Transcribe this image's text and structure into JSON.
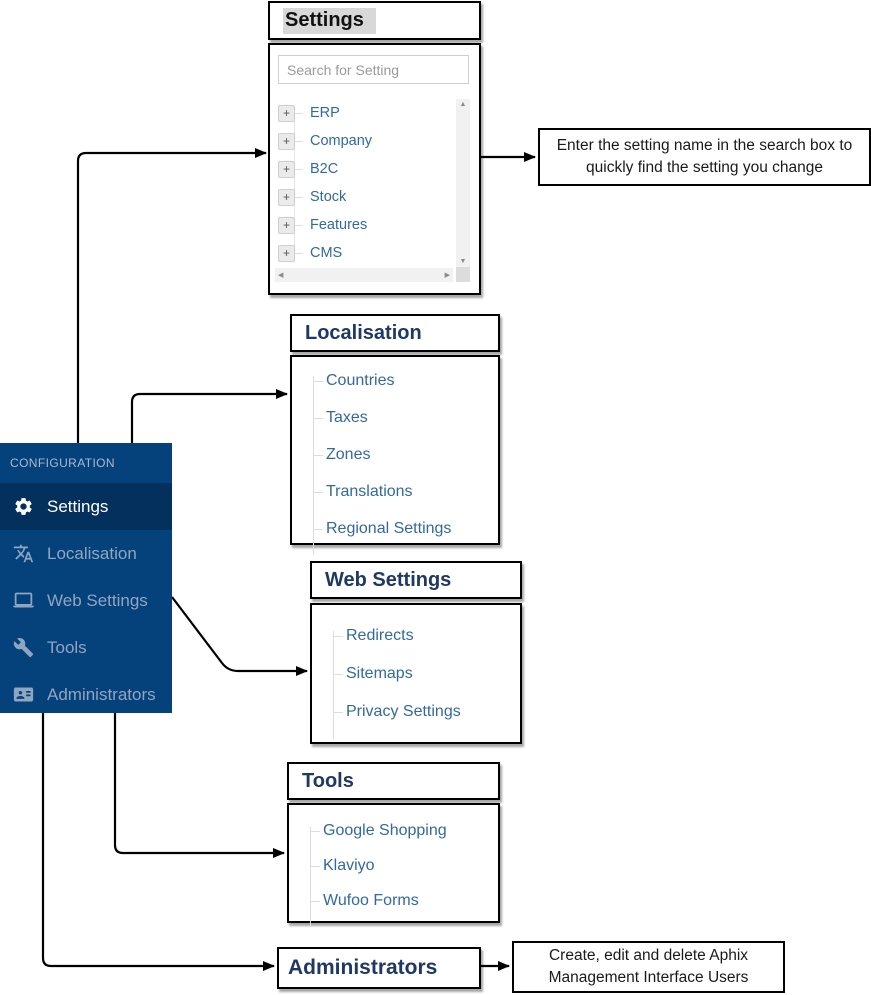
{
  "sidebar": {
    "header": "CONFIGURATION",
    "items": [
      {
        "label": "Settings",
        "icon": "gear-icon",
        "active": true
      },
      {
        "label": "Localisation",
        "icon": "translate-icon",
        "active": false
      },
      {
        "label": "Web Settings",
        "icon": "laptop-icon",
        "active": false
      },
      {
        "label": "Tools",
        "icon": "wrench-icon",
        "active": false
      },
      {
        "label": "Administrators",
        "icon": "id-card-icon",
        "active": false
      }
    ]
  },
  "panels": {
    "settings": {
      "title": "Settings",
      "search_placeholder": "Search for Setting",
      "tree_items": [
        "ERP",
        "Company",
        "B2C",
        "Stock",
        "Features",
        "CMS"
      ]
    },
    "localisation": {
      "title": "Localisation",
      "items": [
        "Countries",
        "Taxes",
        "Zones",
        "Translations",
        "Regional Settings"
      ]
    },
    "web_settings": {
      "title": "Web Settings",
      "items": [
        "Redirects",
        "Sitemaps",
        "Privacy Settings"
      ]
    },
    "tools": {
      "title": "Tools",
      "items": [
        "Google Shopping",
        "Klaviyo",
        "Wufoo Forms"
      ]
    },
    "administrators": {
      "title": "Administrators"
    }
  },
  "annotations": {
    "settings_note": "Enter the setting name in the search box to quickly find the setting you change",
    "administrators_note": "Create, edit and delete Aphix Management Interface Users"
  },
  "icons": {
    "plus": "+",
    "scroll_up": "▲",
    "scroll_down": "▼",
    "scroll_left": "◀",
    "scroll_right": "▶"
  },
  "colors": {
    "sidebar_bg": "#05417B",
    "sidebar_active_bg": "#03305C",
    "sidebar_text": "#8FA6C1",
    "sidebar_active_text": "#FFFFFF",
    "panel_title_text": "#1F3864",
    "link_text": "#33699E",
    "arrow": "#000000",
    "title_highlight": "#D8D8D8"
  }
}
